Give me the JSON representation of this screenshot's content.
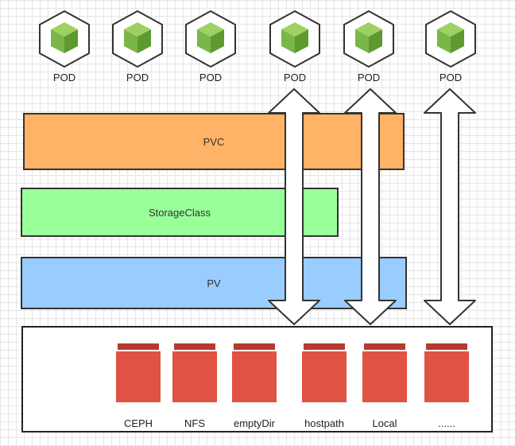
{
  "pods": [
    {
      "label": "POD",
      "icon": "cube-icon"
    },
    {
      "label": "POD",
      "icon": "cube-icon"
    },
    {
      "label": "POD",
      "icon": "cube-icon"
    },
    {
      "label": "POD",
      "icon": "cube-icon"
    },
    {
      "label": "POD",
      "icon": "cube-icon"
    },
    {
      "label": "POD",
      "icon": "cube-icon"
    }
  ],
  "layers": {
    "pvc": {
      "label": "PVC",
      "color": "#ffb366"
    },
    "storageclass": {
      "label": "StorageClass",
      "color": "#99ff99"
    },
    "pv": {
      "label": "PV",
      "color": "#99ccff"
    }
  },
  "backends": [
    {
      "label": "CEPH"
    },
    {
      "label": "NFS"
    },
    {
      "label": "emptyDir"
    },
    {
      "label": "hostpath"
    },
    {
      "label": "Local"
    },
    {
      "label": "......"
    }
  ],
  "colors": {
    "cube_green": "#7ab648",
    "cube_green_light": "#9ed161",
    "cube_green_dark": "#5d9a30",
    "store_red": "#e05244",
    "store_red_dark": "#b83a2e"
  }
}
